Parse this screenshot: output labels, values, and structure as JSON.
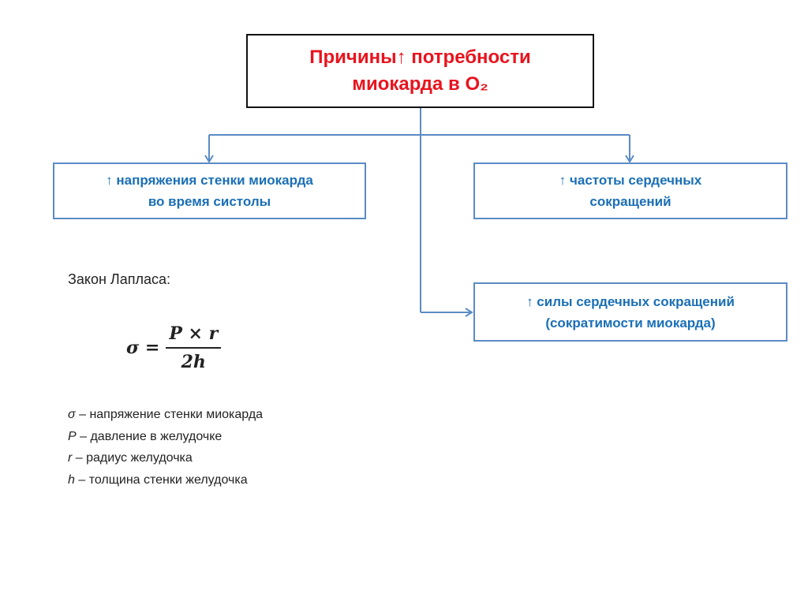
{
  "title": {
    "line1": "Причины↑ потребности",
    "line2": "миокарда в O₂"
  },
  "causes": [
    {
      "line1": "↑ напряжения стенки миокарда",
      "line2": "во время систолы"
    },
    {
      "line1": "↑ частоты сердечных",
      "line2": "сокращений"
    },
    {
      "line1": "↑ силы сердечных сокращений",
      "line2": "(сократимости миокарда)"
    }
  ],
  "laplace": {
    "heading": "Закон Лапласа:",
    "formula": {
      "lhs": "σ =",
      "numerator": "P × r",
      "denominator": "2h"
    },
    "legend": [
      {
        "symbol": "σ",
        "text": " – напряжение стенки миокарда"
      },
      {
        "symbol": "P",
        "text": " – давление в желудочке"
      },
      {
        "symbol": "r",
        "text": " – радиус желудочка"
      },
      {
        "symbol": "h",
        "text": " – толщина стенки желудочка"
      }
    ]
  },
  "colors": {
    "title": "#e8141e",
    "boxes": "#1a6fb6",
    "lines": "#5b8bc4"
  }
}
